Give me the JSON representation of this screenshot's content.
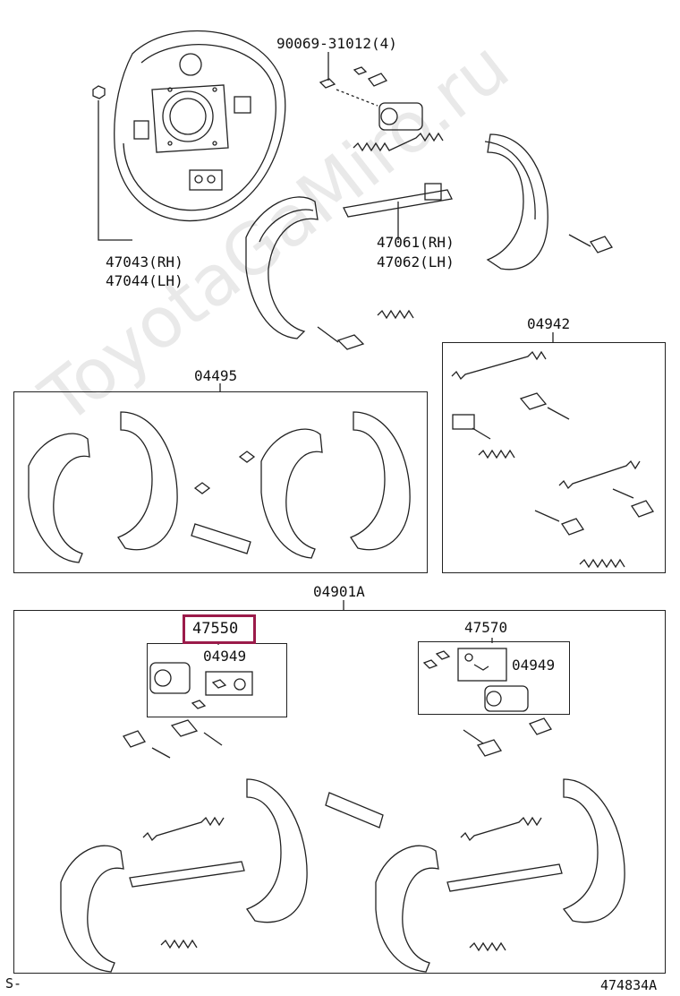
{
  "watermark": "ToyotaGaMiro.ru",
  "parts": {
    "bolt_90069": "90069-31012(4)",
    "backing_rh": "47043(RH)",
    "backing_lh": "47044(LH)",
    "adjuster_rh": "47061(RH)",
    "adjuster_lh": "47062(LH)",
    "kit_04942": "04942",
    "kit_04495": "04495",
    "kit_04901a": "04901A",
    "cylinder_47550": "47550",
    "cup_kit_left": "04949",
    "cylinder_47570": "47570",
    "cup_kit_right": "04949"
  },
  "footer": {
    "left_code": "S-",
    "diagram_id": "474834A"
  },
  "colors": {
    "highlight": "#9b1b4a",
    "line": "#222222"
  }
}
